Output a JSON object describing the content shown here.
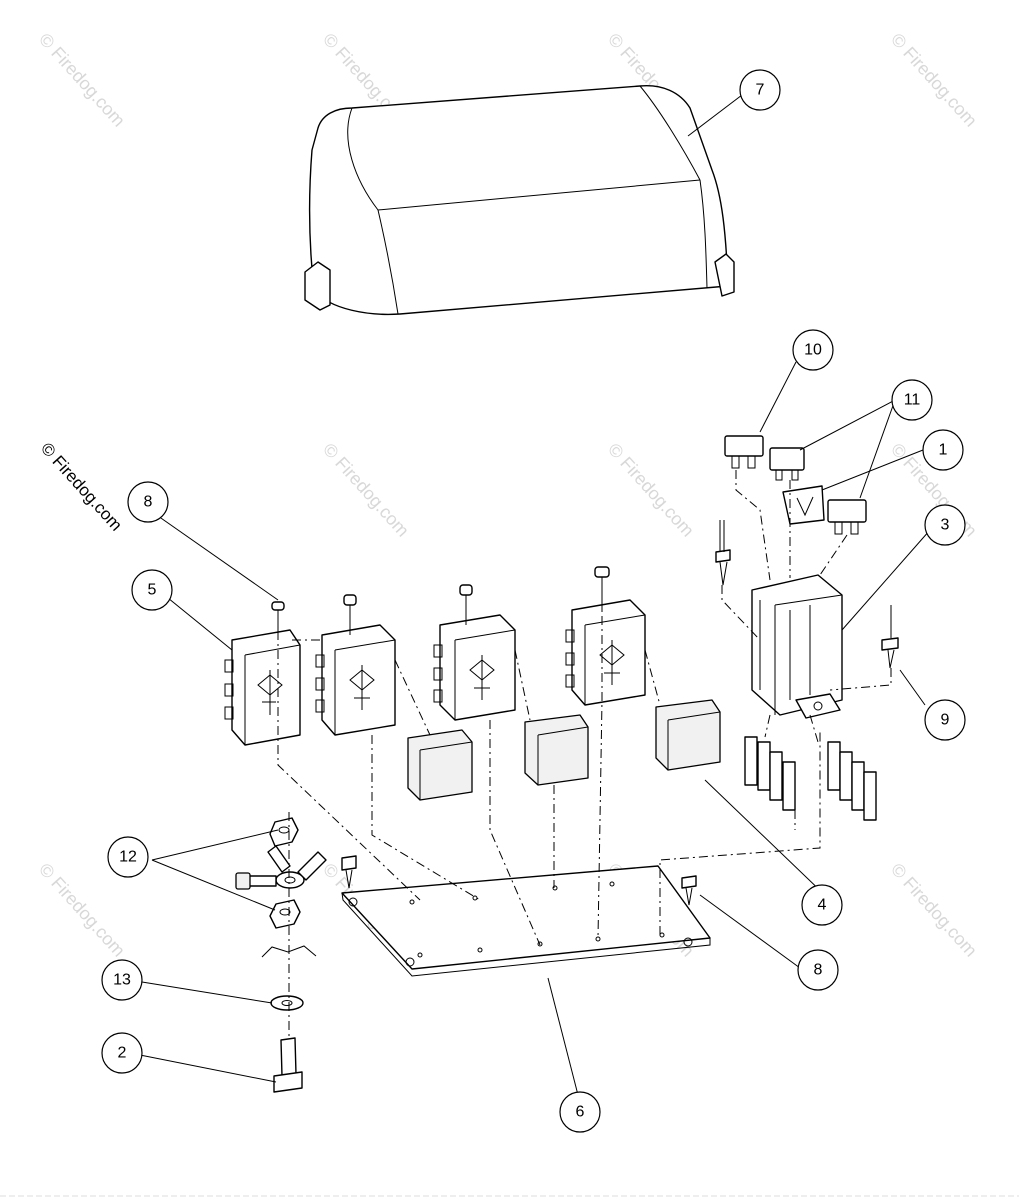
{
  "copyright": "© Firedog.com",
  "watermark": "© Firedog.com",
  "callouts": {
    "c1": "1",
    "c2": "2",
    "c3": "3",
    "c4": "4",
    "c5": "5",
    "c6": "6",
    "c7": "7",
    "c8a": "8",
    "c8b": "8",
    "c9": "9",
    "c10": "10",
    "c11": "11",
    "c12": "12",
    "c13": "13"
  }
}
